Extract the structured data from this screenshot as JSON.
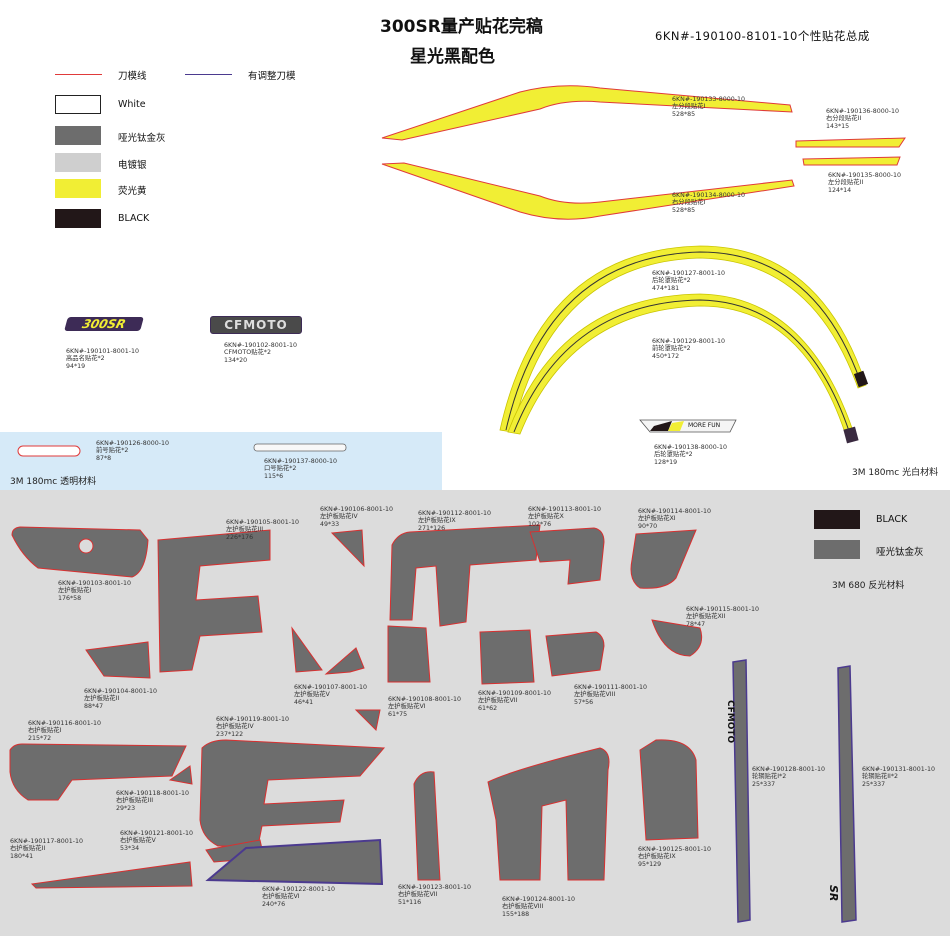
{
  "header": {
    "title_line1": "300SR量产贴花完稿",
    "title_line2": "星光黑配色",
    "assembly_code": "6KN#-190100-8101-10个性贴花总成"
  },
  "legend": [
    {
      "kind": "line",
      "label": "刀模线",
      "color": "#e03a3a"
    },
    {
      "kind": "line",
      "label": "有调整刀模",
      "color": "#4b3a8f"
    },
    {
      "kind": "swatch",
      "label": "White",
      "color": "#ffffff"
    },
    {
      "kind": "swatch",
      "label": "哑光钛金灰",
      "color": "#6d6d6d"
    },
    {
      "kind": "swatch",
      "label": "电镀银",
      "color": "#cfcfcf"
    },
    {
      "kind": "swatch",
      "label": "荧光黄",
      "color": "#f1ee34"
    },
    {
      "kind": "swatch",
      "label": "BLACK",
      "color": "#221718"
    }
  ],
  "logos": {
    "badge_300sr": "300SR",
    "badge_cfmoto": "CFMOTO",
    "more_fun": "MORE FUN",
    "edge_logo": "CFMOTO",
    "edge_sr": "SR"
  },
  "colors": {
    "red_cut": "#e03a3a",
    "purple_cut": "#4b3a8f",
    "grey": "#6d6d6d",
    "yellow": "#f1ee34",
    "black": "#221718",
    "light_blue": "#d6eaf8",
    "panel_bg": "#dcdcdc"
  },
  "parts": {
    "p101": [
      "6KN#-190101-8001-10",
      "高品名贴花*2",
      "94*19"
    ],
    "p102": [
      "6KN#-190102-8001-10",
      "CFMOTO贴花*2",
      "134*20"
    ],
    "p126": [
      "6KN#-190126-8000-10",
      "前号贴花*2",
      "87*8"
    ],
    "p137": [
      "6KN#-190137-8000-10",
      "口号贴花*2",
      "115*6"
    ],
    "p133": [
      "6KN#-190133-8000-10",
      "左分段贴花I",
      "528*85"
    ],
    "p134": [
      "6KN#-190134-8000-10",
      "右分段贴花I",
      "528*85"
    ],
    "p136": [
      "6KN#-190136-8000-10",
      "右分段贴花II",
      "143*15"
    ],
    "p135": [
      "6KN#-190135-8000-10",
      "左分段贴花II",
      "124*14"
    ],
    "p127": [
      "6KN#-190127-8001-10",
      "后轮罩贴花*2",
      "474*181"
    ],
    "p129": [
      "6KN#-190129-8001-10",
      "前轮罩贴花*2",
      "450*172"
    ],
    "p138": [
      "6KN#-190138-8000-10",
      "后轮罩贴花*2",
      "128*19"
    ],
    "p103": [
      "6KN#-190103-8001-10",
      "左护板贴花I",
      "176*58"
    ],
    "p105": [
      "6KN#-190105-8001-10",
      "左护板贴花III",
      "226*176"
    ],
    "p106": [
      "6KN#-190106-8001-10",
      "左护板贴花IV",
      "49*33"
    ],
    "p112": [
      "6KN#-190112-8001-10",
      "左护板贴花IX",
      "271*126"
    ],
    "p113": [
      "6KN#-190113-8001-10",
      "左护板贴花X",
      "102*76"
    ],
    "p114": [
      "6KN#-190114-8001-10",
      "左护板贴花XI",
      "90*70"
    ],
    "p115": [
      "6KN#-190115-8001-10",
      "左护板贴花XII",
      "78*47"
    ],
    "p104": [
      "6KN#-190104-8001-10",
      "左护板贴花II",
      "88*47"
    ],
    "p107": [
      "6KN#-190107-8001-10",
      "左护板贴花V",
      "46*41"
    ],
    "p108": [
      "6KN#-190108-8001-10",
      "左护板贴花VI",
      "61*75"
    ],
    "p109": [
      "6KN#-190109-8001-10",
      "左护板贴花VII",
      "61*62"
    ],
    "p111": [
      "6KN#-190111-8001-10",
      "左护板贴花VIII",
      "57*56"
    ],
    "p116": [
      "6KN#-190116-8001-10",
      "右护板贴花I",
      "215*72"
    ],
    "p119": [
      "6KN#-190119-8001-10",
      "右护板贴花IV",
      "237*122"
    ],
    "p118": [
      "6KN#-190118-8001-10",
      "右护板贴花III",
      "29*23"
    ],
    "p117": [
      "6KN#-190117-8001-10",
      "右护板贴花II",
      "180*41"
    ],
    "p121": [
      "6KN#-190121-8001-10",
      "右护板贴花V",
      "53*34"
    ],
    "p122": [
      "6KN#-190122-8001-10",
      "右护板贴花VI",
      "240*76"
    ],
    "p123": [
      "6KN#-190123-8001-10",
      "右护板贴花VII",
      "51*116"
    ],
    "p124": [
      "6KN#-190124-8001-10",
      "右护板贴花VIII",
      "155*188"
    ],
    "p125": [
      "6KN#-190125-8001-10",
      "右护板贴花IX",
      "95*129"
    ],
    "p128": [
      "6KN#-190128-8001-10",
      "轮辋贴花I*2",
      "25*337"
    ],
    "p131": [
      "6KN#-190131-8001-10",
      "轮辋贴花II*2",
      "25*337"
    ]
  },
  "materials": {
    "clear": "3M 180mc 透明材料",
    "white": "3M 180mc 光白材料",
    "reflective": "3M 680 反光材料"
  },
  "reflective_legend": [
    {
      "label": "BLACK",
      "color": "#221718"
    },
    {
      "label": "哑光钛金灰",
      "color": "#6d6d6d"
    }
  ]
}
